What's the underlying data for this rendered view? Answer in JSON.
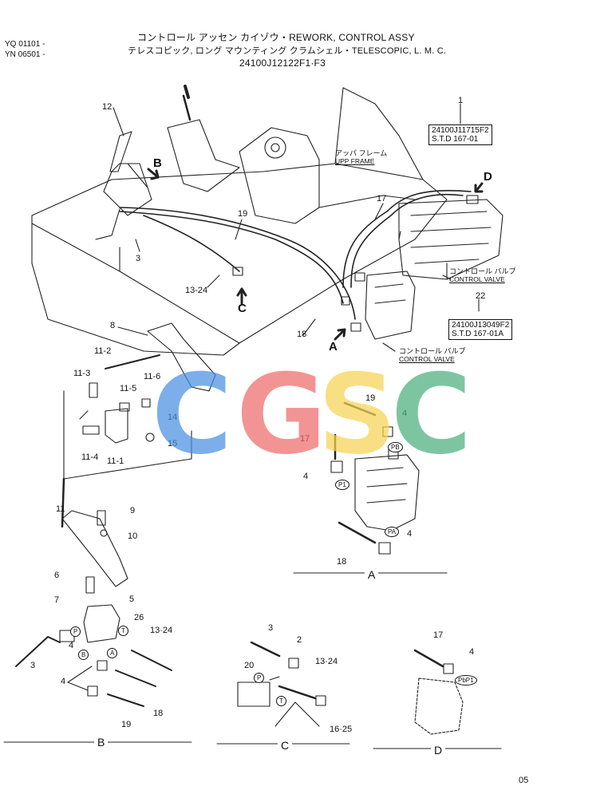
{
  "header": {
    "serial_1": "YQ 01101 -",
    "serial_2": "YN 06501 -",
    "title_jp": "コントロール アッセン カイゾウ・REWORK, CONTROL ASSY",
    "subtitle": "テレスコピック, ロング マウンティング クラムシェル・TELESCOPIC, L. M. C.",
    "part_no": "24100J12122F1·F3"
  },
  "labels": {
    "upp_frame_jp": "アッパ フレーム",
    "upp_frame_en": "UPP FRAME",
    "control_valve_jp": "コントロール バルブ",
    "control_valve_en": "CONTROL VALVE",
    "box1_line1": "24100J11715F2",
    "box1_line2": "S.T.D 167-01",
    "box22_line1": "24100J13049F2",
    "box22_line2": "S.T.D 167-01A"
  },
  "view_letters": {
    "a": "A",
    "b": "B",
    "c": "C",
    "d": "D"
  },
  "port_marks": {
    "pb": "PB",
    "pa": "PA",
    "p1": "P1",
    "p": "P",
    "t": "T",
    "b": "B",
    "a": "A",
    "pbp1": "PbP1"
  },
  "callouts": {
    "n1": "1",
    "n2": "2",
    "n3": "3",
    "n4": "4",
    "n5": "5",
    "n6": "6",
    "n7": "7",
    "n8": "8",
    "n9": "9",
    "n10": "10",
    "n11": "11",
    "n11_1": "11-1",
    "n11_2": "11-2",
    "n11_3": "11-3",
    "n11_4": "11-4",
    "n11_5": "11-5",
    "n11_6": "11-6",
    "n12": "12",
    "n13_24": "13-24",
    "n13_24b": "13·24",
    "n14": "14",
    "n15": "15",
    "n16_25": "16·25",
    "n17": "17",
    "n18": "18",
    "n19": "19",
    "n20": "20",
    "n22": "22",
    "n26": "26"
  },
  "sections": {
    "a": "A",
    "b": "B",
    "c": "C",
    "d": "D"
  },
  "watermark": {
    "c1": "C",
    "g": "G",
    "s": "S",
    "c2": "C"
  },
  "watermark_colors": {
    "c1": "#4a90e2",
    "g": "#ee6b6b",
    "s": "#f7d354",
    "c2": "#4caf7d"
  },
  "page": "05"
}
